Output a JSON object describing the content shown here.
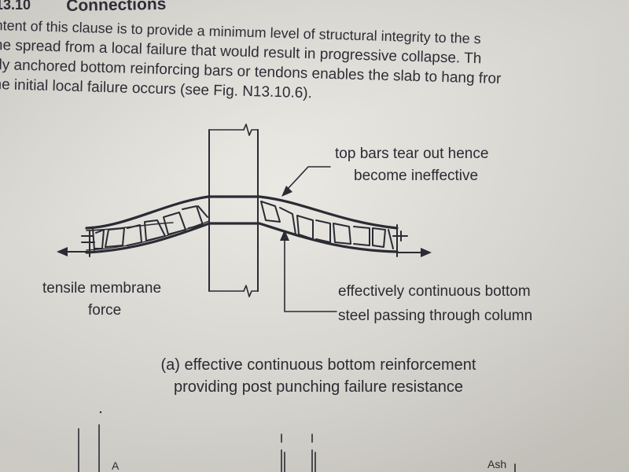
{
  "header": {
    "prefix": "13.10",
    "title": "Connections"
  },
  "paragraph": {
    "lines": [
      "ntent of this clause is to provide a minimum level of structural integrity to the s",
      "he spread from a local failure that would result in progressive collapse. Th",
      "rly anchored bottom reinforcing bars or tendons enables the slab to hang fror",
      "he initial local failure occurs (see Fig. N13.10.6)."
    ]
  },
  "figure": {
    "annotations": {
      "top_bars_line1": "top bars tear out hence",
      "top_bars_line2": "become ineffective",
      "tensile_line1": "tensile membrane",
      "tensile_line2": "force",
      "continuous_line1": "effectively continuous bottom",
      "continuous_line2": "steel passing through column"
    },
    "caption_line1": "(a) effective continuous bottom reinforcement",
    "caption_line2": "providing post punching failure resistance"
  },
  "next_figure": {
    "label_left": "A",
    "label_right": "Ash"
  },
  "colors": {
    "ink": "#2a2b33",
    "paper": "#dedcd5"
  }
}
